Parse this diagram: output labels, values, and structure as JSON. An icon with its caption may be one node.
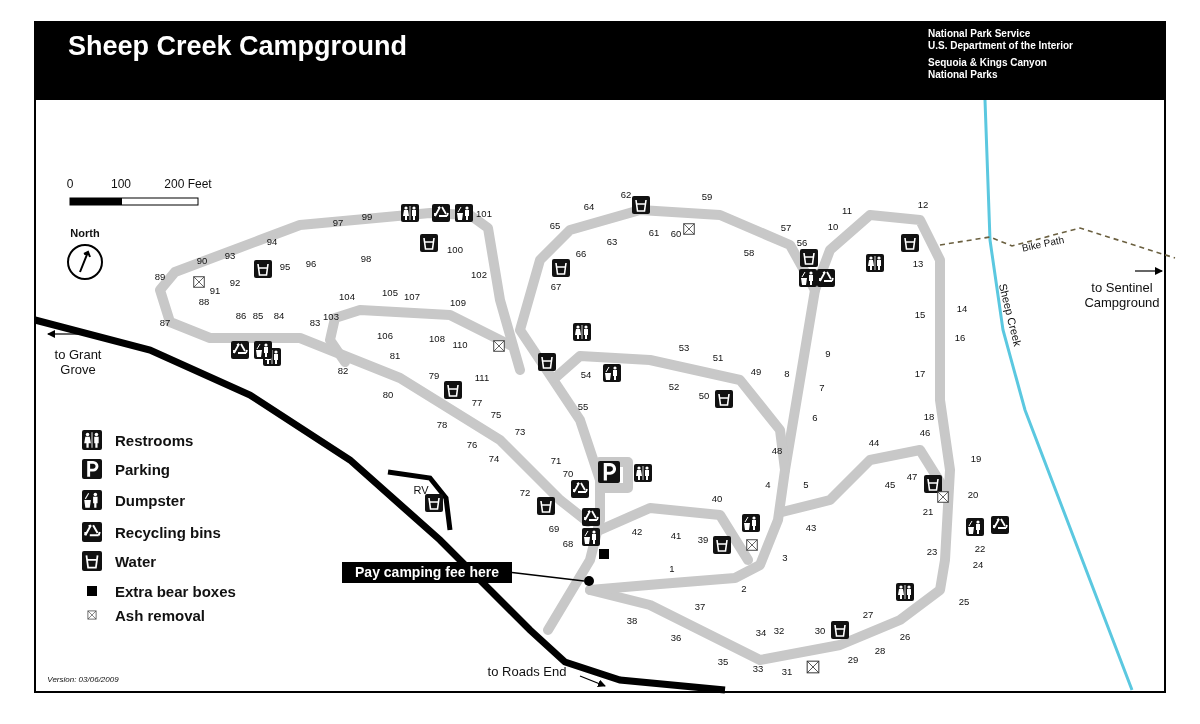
{
  "diagram": {
    "title": "Sheep Creek Campground",
    "nodes": [
      {
        "text": [
          "Pay camping fee here"
        ]
      },
      {
        "text": [],
        "shape": "circle"
      }
    ],
    "edges": [
      {
        "from": 0,
        "to": 1,
        "arrow": "none"
      }
    ],
    "labels": [
      "National Park Service",
      "U.S. Department of the Interior",
      "Sequoia & Kings Canyon National Parks",
      "0",
      "100",
      "200 Feet",
      "North",
      "to Grant Grove",
      "to Sentinel Campground",
      "Bike Path",
      "Sheep Creek",
      "RV",
      "to Roads End",
      "Version: 03/06/2009",
      "1",
      "2",
      "3",
      "4",
      "5",
      "6",
      "7",
      "8",
      "9",
      "10",
      "11",
      "12",
      "13",
      "14",
      "15",
      "16",
      "17",
      "18",
      "19",
      "20",
      "21",
      "22",
      "23",
      "24",
      "25",
      "26",
      "27",
      "28",
      "29",
      "30",
      "31",
      "32",
      "33",
      "34",
      "35",
      "36",
      "37",
      "38",
      "39",
      "40",
      "41",
      "42",
      "43",
      "44",
      "45",
      "46",
      "47",
      "48",
      "49",
      "50",
      "51",
      "52",
      "53",
      "54",
      "55",
      "56",
      "57",
      "58",
      "59",
      "60",
      "61",
      "62",
      "63",
      "64",
      "65",
      "66",
      "67",
      "68",
      "69",
      "70",
      "71",
      "72",
      "73",
      "74",
      "75",
      "76",
      "77",
      "78",
      "79",
      "80",
      "81",
      "82",
      "83",
      "84",
      "85",
      "86",
      "87",
      "88",
      "89",
      "90",
      "91",
      "92",
      "93",
      "94",
      "95",
      "96",
      "97",
      "98",
      "99",
      "100",
      "101",
      "102",
      "103",
      "104",
      "105",
      "106",
      "107",
      "108",
      "109",
      "110",
      "111"
    ],
    "legend": [
      {
        "text": "Restrooms"
      },
      {
        "text": "Parking"
      },
      {
        "text": "Dumpster"
      },
      {
        "text": "Recycling bins"
      },
      {
        "text": "Water"
      },
      {
        "text": "Extra bear boxes"
      },
      {
        "text": "Ash removal"
      }
    ]
  }
}
